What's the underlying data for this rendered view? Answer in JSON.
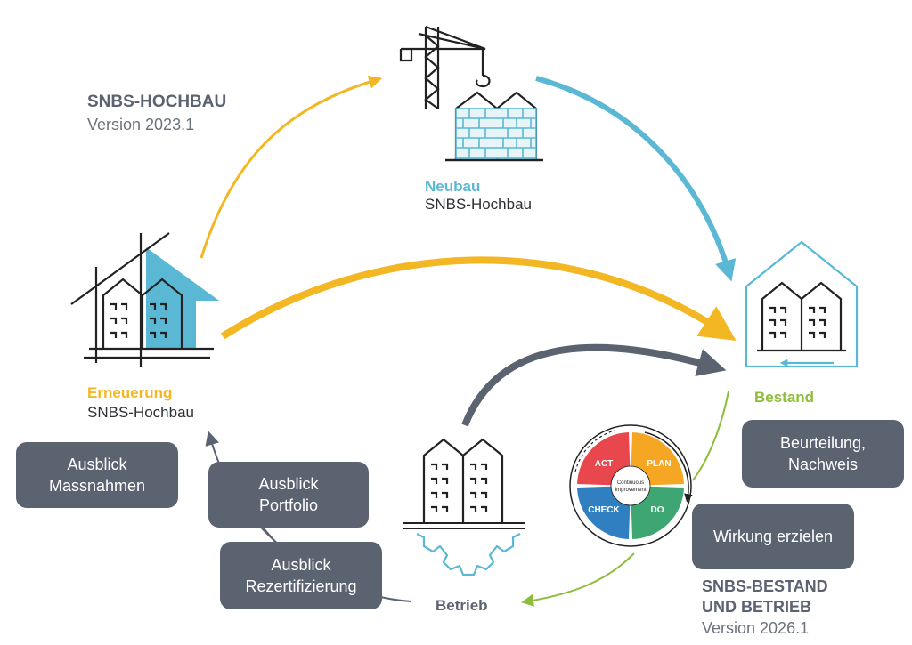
{
  "colors": {
    "yellow": "#f3b724",
    "blue": "#5bb8d4",
    "gray": "#5b6270",
    "green": "#8dbd3a",
    "dark": "#2c2f35",
    "pdca_act": "#e8474d",
    "pdca_plan": "#f5a623",
    "pdca_check": "#2f7fc1",
    "pdca_do": "#3ea672"
  },
  "header_left": {
    "title": "SNBS-HOCHBAU",
    "version": "Version 2023.1"
  },
  "header_right": {
    "line1": "SNBS-BESTAND",
    "line2": "UND BETRIEB",
    "version": "Version 2026.1"
  },
  "nodes": {
    "neubau": {
      "title": "Neubau",
      "subtitle": "SNBS-Hochbau",
      "icon": "crane-building-icon"
    },
    "erneuerung": {
      "title": "Erneuerung",
      "subtitle": "SNBS-Hochbau",
      "icon": "renovation-house-icon"
    },
    "bestand": {
      "title": "Bestand",
      "icon": "existing-house-icon"
    },
    "betrieb": {
      "title": "Betrieb",
      "icon": "building-gear-icon"
    }
  },
  "boxes": {
    "massnahmen": [
      "Ausblick",
      "Massnahmen"
    ],
    "portfolio": [
      "Ausblick",
      "Portfolio"
    ],
    "rezertifizierung": [
      "Ausblick",
      "Rezertifizierung"
    ],
    "beurteilung": [
      "Beurteilung,",
      "Nachweis"
    ],
    "wirkung": [
      "Wirkung erzielen"
    ]
  },
  "pdca": {
    "act": "ACT",
    "plan": "PLAN",
    "check": "CHECK",
    "do": "DO",
    "center": [
      "Continuous",
      "Improvement"
    ]
  }
}
